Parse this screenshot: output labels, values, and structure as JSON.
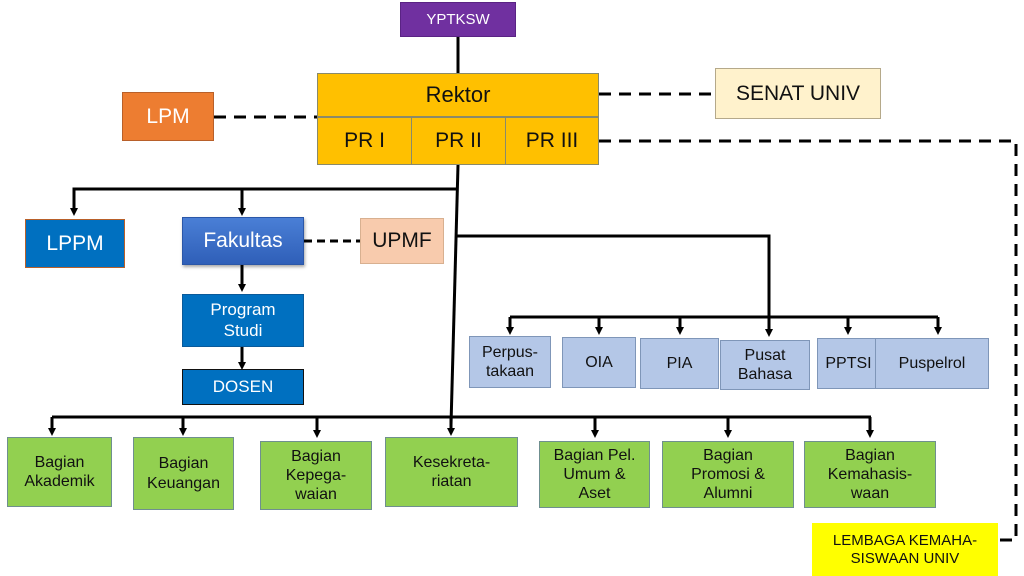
{
  "diagram": {
    "top": {
      "label": "YPTKSW",
      "color": "#7030a0"
    },
    "rektor": {
      "label": "Rektor",
      "color": "#ffc000",
      "vice_rectors": [
        "PR I",
        "PR II",
        "PR III"
      ]
    },
    "advisory": {
      "lpm": {
        "label": "LPM",
        "color": "#ed7d31"
      },
      "senat": {
        "label": "SENAT UNIV",
        "color": "#fff2cc"
      }
    },
    "academic": {
      "lppm": {
        "label": "LPPM",
        "color": "#0070c0"
      },
      "fakultas": {
        "label": "Fakultas",
        "color": "#4472c4"
      },
      "upmf": {
        "label": "UPMF",
        "color": "#f8cbad"
      },
      "program_studi": {
        "label": "Program\nStudi"
      },
      "dosen": {
        "label": "DOSEN"
      }
    },
    "units": {
      "color": "#b4c7e7",
      "items": [
        {
          "label": "Perpus-\ntakaan"
        },
        {
          "label": "OIA"
        },
        {
          "label": "PIA"
        },
        {
          "label": "Pusat\nBahasa"
        },
        {
          "label": "PPTSI"
        },
        {
          "label": "Puspelrol"
        }
      ]
    },
    "bureaus": {
      "color": "#92d050",
      "items": [
        {
          "label": "Bagian\nAkademik"
        },
        {
          "label": "Bagian\nKeuangan"
        },
        {
          "label": "Bagian\nKepega-\nwaian"
        },
        {
          "label": "Kesekreta-\nriatan"
        },
        {
          "label": "Bagian Pel.\nUmum &\nAset"
        },
        {
          "label": "Bagian\nPromosi &\nAlumni"
        },
        {
          "label": "Bagian\nKemahasis-\nwaan"
        }
      ]
    },
    "student_body": {
      "label": "LEMBAGA KEMAHA-\nSISWAAN UNIV",
      "color": "#ffff00"
    }
  }
}
